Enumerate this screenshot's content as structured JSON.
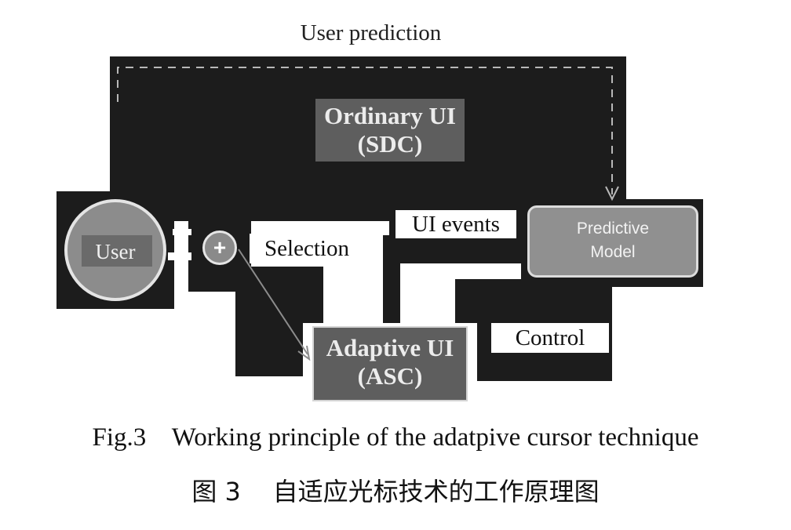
{
  "diagram": {
    "top_label": "User prediction",
    "ordinary_ui": {
      "line1": "Ordinary UI",
      "line2": "(SDC)"
    },
    "adaptive_ui": {
      "line1": "Adaptive UI",
      "line2": "(ASC)"
    },
    "predictive_model": {
      "line1": "Predictive",
      "line2": "Model"
    },
    "user": "User",
    "plus_symbol": "+",
    "edge_labels": {
      "ui_events": "UI events",
      "selection": "Selection",
      "control": "Control"
    }
  },
  "caption": {
    "english": "Fig.3    Working principle of the adatpive cursor technique",
    "chinese": "图 3    自适应光标技术的工作原理图"
  }
}
